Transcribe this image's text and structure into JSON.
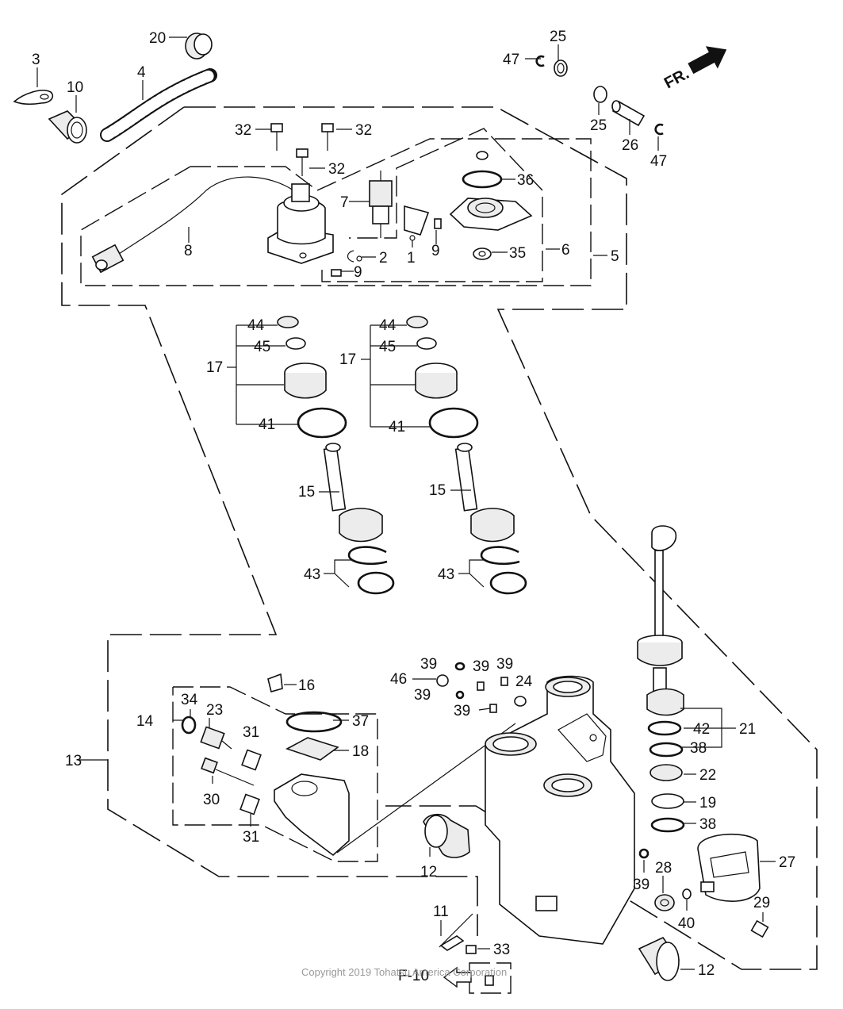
{
  "direction_label": "FR.",
  "reference_label": "F-10",
  "copyright": "Copyright 2019 Tohatsu America Corporation",
  "callouts": [
    {
      "id": "c3",
      "text": "3"
    },
    {
      "id": "c10",
      "text": "10"
    },
    {
      "id": "c4",
      "text": "4"
    },
    {
      "id": "c20",
      "text": "20"
    },
    {
      "id": "c25a",
      "text": "25"
    },
    {
      "id": "c47a",
      "text": "47"
    },
    {
      "id": "c25b",
      "text": "25"
    },
    {
      "id": "c26",
      "text": "26"
    },
    {
      "id": "c47b",
      "text": "47"
    },
    {
      "id": "c32a",
      "text": "32"
    },
    {
      "id": "c32b",
      "text": "32"
    },
    {
      "id": "c32c",
      "text": "32"
    },
    {
      "id": "c7",
      "text": "7"
    },
    {
      "id": "c36",
      "text": "36"
    },
    {
      "id": "c8",
      "text": "8"
    },
    {
      "id": "c2",
      "text": "2"
    },
    {
      "id": "c1",
      "text": "1"
    },
    {
      "id": "c9a",
      "text": "9"
    },
    {
      "id": "c9b",
      "text": "9"
    },
    {
      "id": "c35",
      "text": "35"
    },
    {
      "id": "c6",
      "text": "6"
    },
    {
      "id": "c5",
      "text": "5"
    },
    {
      "id": "c44a",
      "text": "44"
    },
    {
      "id": "c45a",
      "text": "45"
    },
    {
      "id": "c17a",
      "text": "17"
    },
    {
      "id": "c41a",
      "text": "41"
    },
    {
      "id": "c44b",
      "text": "44"
    },
    {
      "id": "c45b",
      "text": "45"
    },
    {
      "id": "c17b",
      "text": "17"
    },
    {
      "id": "c41b",
      "text": "41"
    },
    {
      "id": "c15a",
      "text": "15"
    },
    {
      "id": "c15b",
      "text": "15"
    },
    {
      "id": "c43a",
      "text": "43"
    },
    {
      "id": "c43b",
      "text": "43"
    },
    {
      "id": "c39a",
      "text": "39"
    },
    {
      "id": "c39b",
      "text": "39"
    },
    {
      "id": "c39c",
      "text": "39"
    },
    {
      "id": "c46",
      "text": "46"
    },
    {
      "id": "c39d",
      "text": "39"
    },
    {
      "id": "c24",
      "text": "24"
    },
    {
      "id": "c39e",
      "text": "39"
    },
    {
      "id": "c16",
      "text": "16"
    },
    {
      "id": "c34",
      "text": "34"
    },
    {
      "id": "c23",
      "text": "23"
    },
    {
      "id": "c14",
      "text": "14"
    },
    {
      "id": "c31a",
      "text": "31"
    },
    {
      "id": "c37",
      "text": "37"
    },
    {
      "id": "c18",
      "text": "18"
    },
    {
      "id": "c13",
      "text": "13"
    },
    {
      "id": "c30",
      "text": "30"
    },
    {
      "id": "c31b",
      "text": "31"
    },
    {
      "id": "c12a",
      "text": "12"
    },
    {
      "id": "c42",
      "text": "42"
    },
    {
      "id": "c21",
      "text": "21"
    },
    {
      "id": "c38a",
      "text": "38"
    },
    {
      "id": "c22",
      "text": "22"
    },
    {
      "id": "c19",
      "text": "19"
    },
    {
      "id": "c38b",
      "text": "38"
    },
    {
      "id": "c27",
      "text": "27"
    },
    {
      "id": "c28",
      "text": "28"
    },
    {
      "id": "c39f",
      "text": "39"
    },
    {
      "id": "c40",
      "text": "40"
    },
    {
      "id": "c29",
      "text": "29"
    },
    {
      "id": "c11",
      "text": "11"
    },
    {
      "id": "c33",
      "text": "33"
    },
    {
      "id": "c12b",
      "text": "12"
    }
  ]
}
